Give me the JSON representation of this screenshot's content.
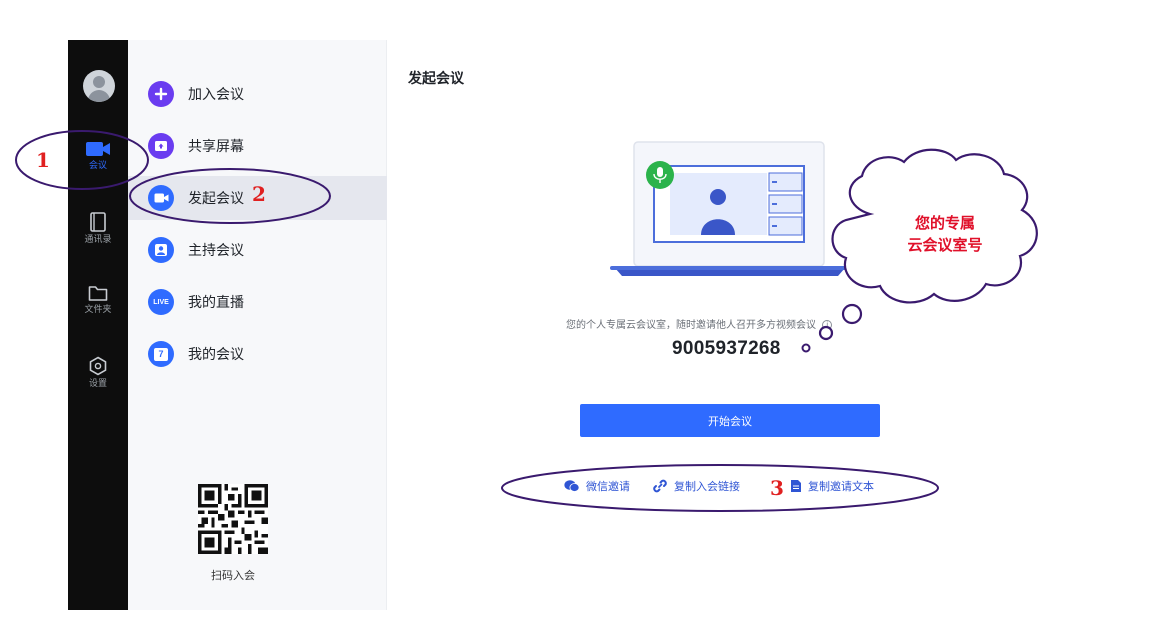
{
  "rail": {
    "items": [
      {
        "label": "会议",
        "icon": "video-camera-icon",
        "active": true
      },
      {
        "label": "通讯录",
        "icon": "contacts-icon",
        "active": false
      },
      {
        "label": "文件夹",
        "icon": "folder-icon",
        "active": false
      },
      {
        "label": "设置",
        "icon": "settings-hexagon-icon",
        "active": false
      }
    ]
  },
  "menu": {
    "items": [
      {
        "label": "加入会议",
        "icon": "plus-icon",
        "color": "#6a3cf0"
      },
      {
        "label": "共享屏幕",
        "icon": "share-screen-icon",
        "color": "#6a3cf0"
      },
      {
        "label": "发起会议",
        "icon": "video-icon",
        "color": "#2f6bff",
        "selected": true
      },
      {
        "label": "主持会议",
        "icon": "host-icon",
        "color": "#2f6bff"
      },
      {
        "label": "我的直播",
        "icon": "live-icon",
        "color": "#2f6bff",
        "badge": "LIVE"
      },
      {
        "label": "我的会议",
        "icon": "calendar-icon",
        "color": "#2f6bff",
        "badge": "7"
      }
    ],
    "qr_label": "扫码入会"
  },
  "main": {
    "title": "发起会议",
    "description": "您的个人专属云会议室，随时邀请他人召开多方视频会议",
    "room_number": "9005937268",
    "start_button": "开始会议",
    "actions": [
      {
        "label": "微信邀请",
        "icon": "wechat-icon"
      },
      {
        "label": "复制入会链接",
        "icon": "link-icon"
      },
      {
        "label": "复制邀请文本",
        "icon": "document-icon"
      }
    ]
  },
  "annotations": {
    "step1": "1",
    "step2": "2",
    "step3": "3",
    "bubble_line1": "您的专属",
    "bubble_line2": "云会议室号"
  },
  "colors": {
    "accent": "#2f6bff",
    "purple": "#6a3cf0",
    "annotation_red": "#e02020",
    "annotation_outline": "#3a1a6e"
  }
}
